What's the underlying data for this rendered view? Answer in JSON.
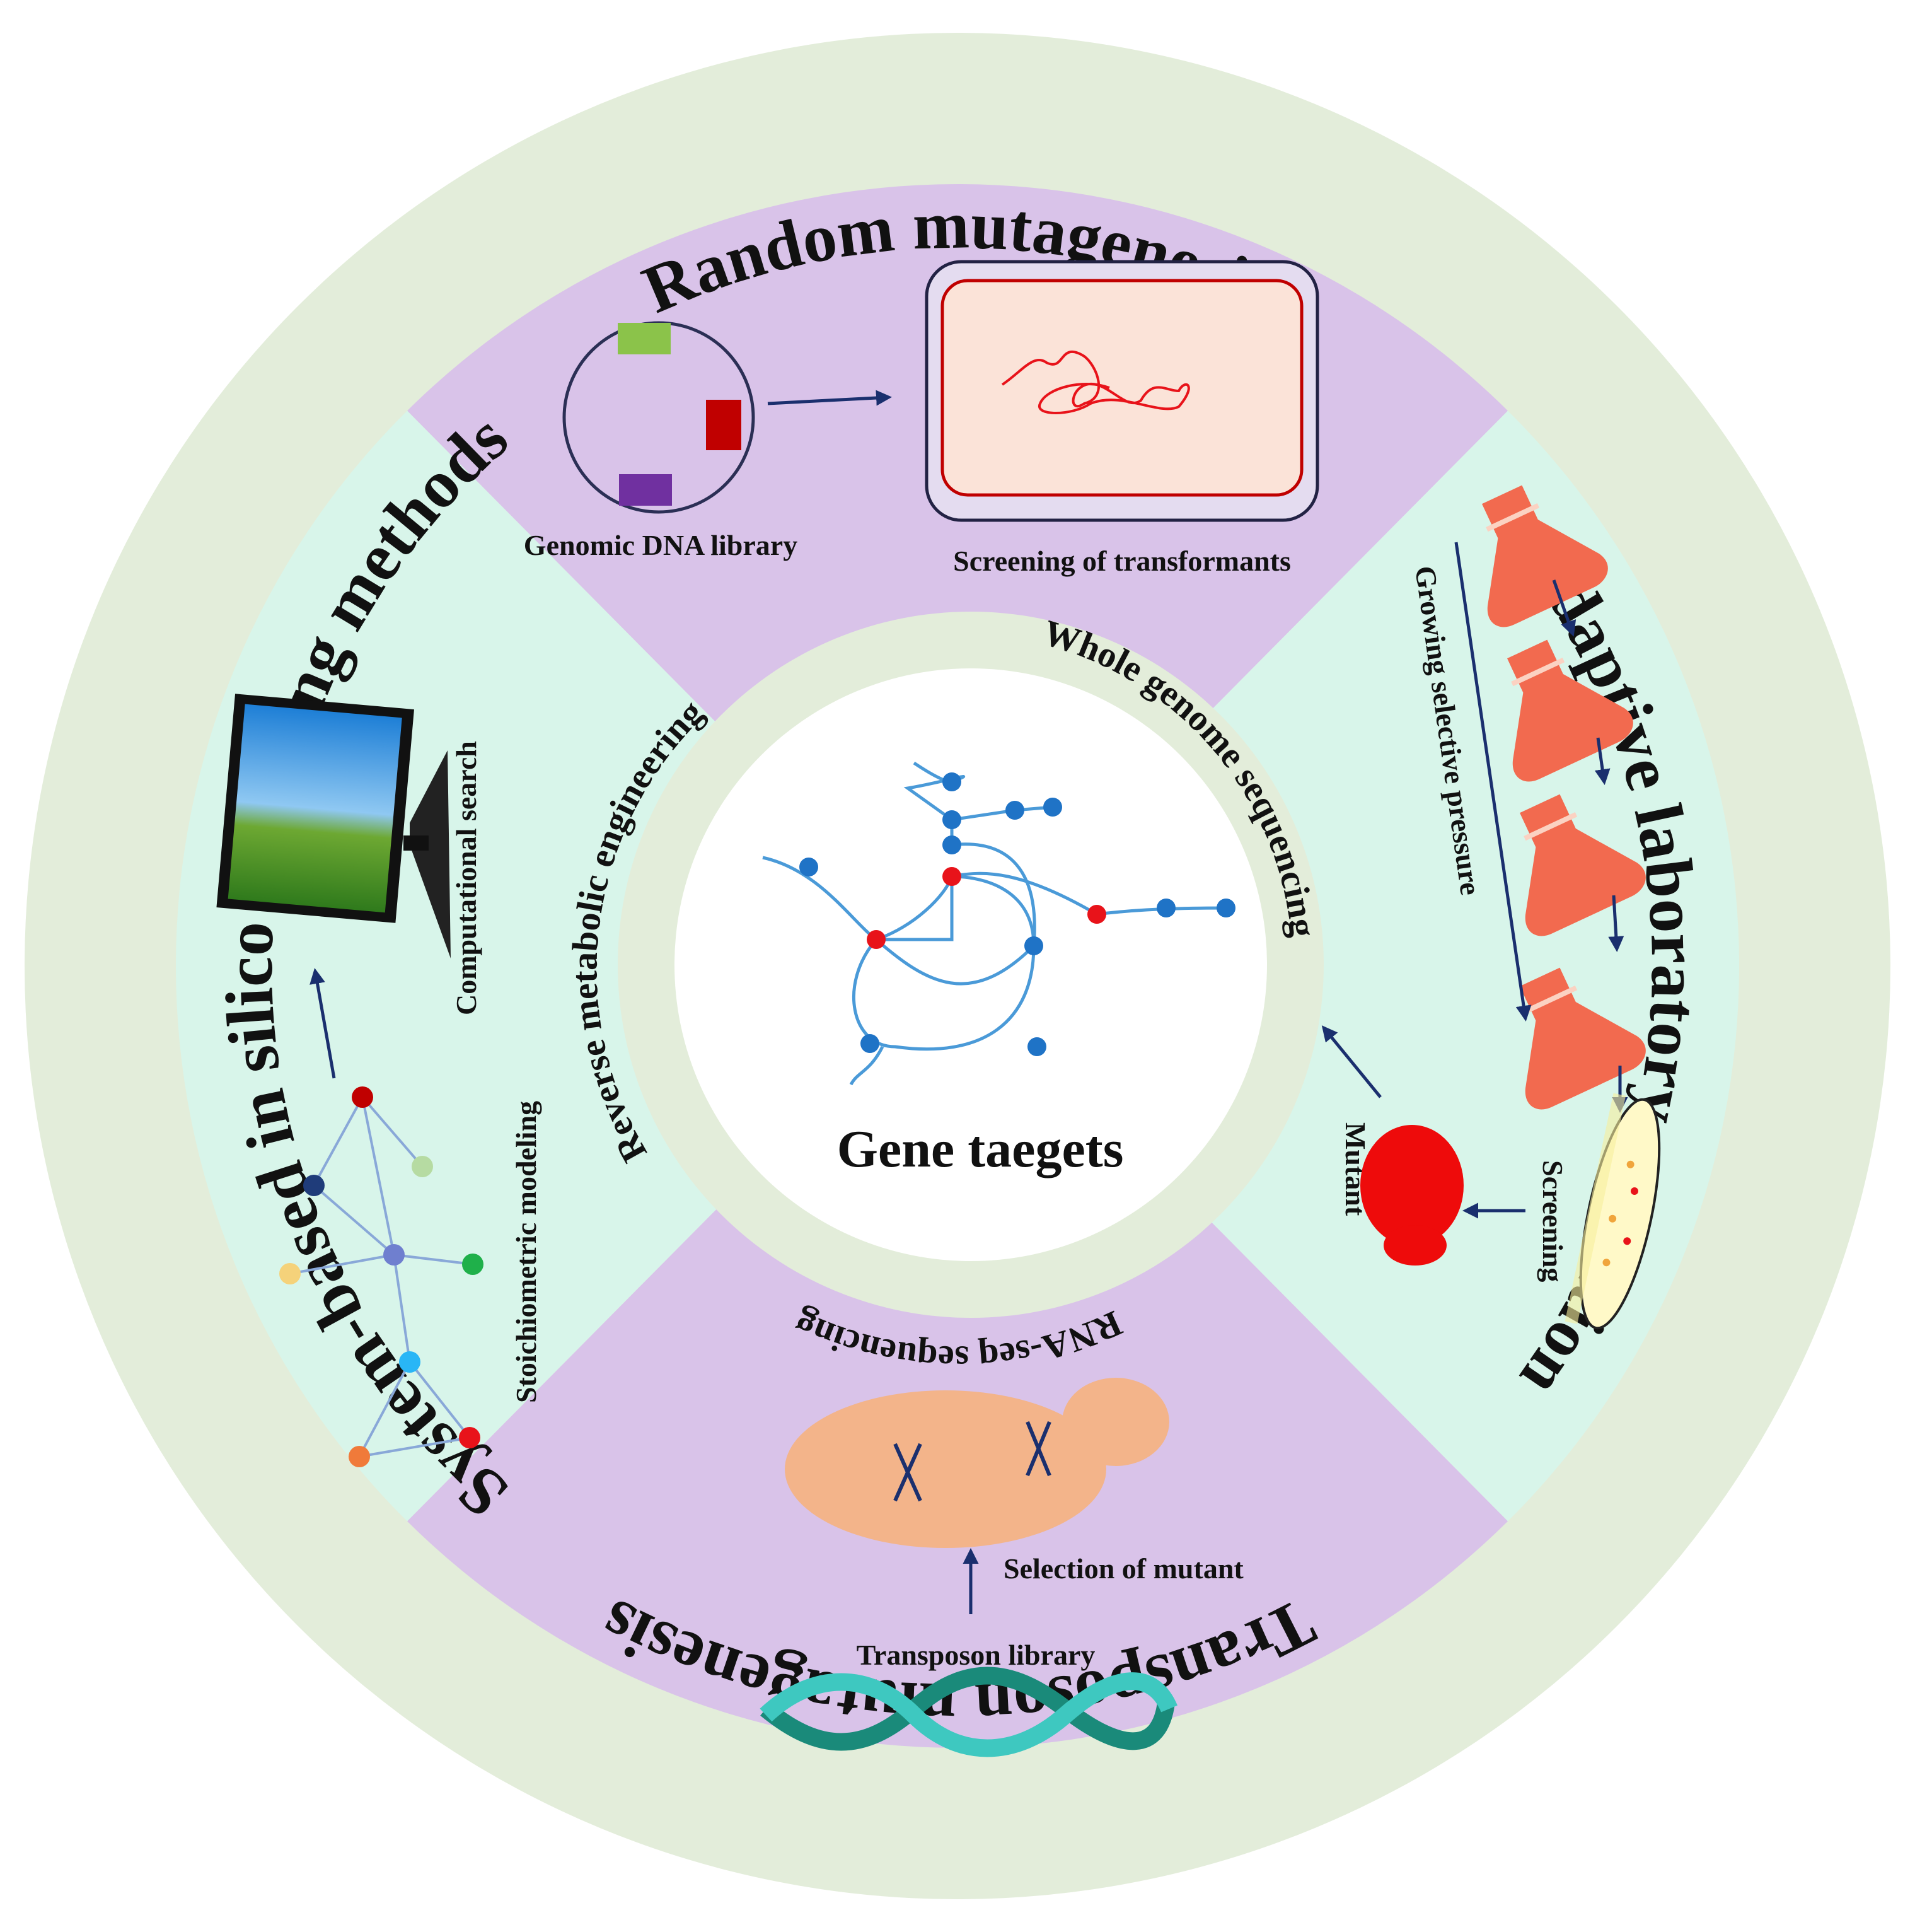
{
  "outer_ring": {
    "top": "Random mutagenesis",
    "right": "Adaptive laboratory evolution",
    "bottom": "Transposon mutagenesis",
    "left": "System-based in silico modeling methods"
  },
  "inner_ring": {
    "top_right": "Whole genome sequencing",
    "bottom": "RNA-seq sequencing",
    "left": "Reverse metabolic engineering"
  },
  "center": {
    "title": "Gene taegets"
  },
  "random_mutagenesis": {
    "library_label": "Genomic DNA library",
    "screening_label": "Screening of transformants"
  },
  "adaptive_evolution": {
    "pressure_label": "Growing selective pressure",
    "screening_label": "Screening",
    "mutant_label": "Mutant"
  },
  "transposon": {
    "selection_label": "Selection of mutant",
    "library_label": "Transposon library"
  },
  "in_silico": {
    "search_label": "Computational search",
    "modeling_label": "Stoichiometric modeling"
  },
  "colors": {
    "outer_ring": "#e3edda",
    "purple_sector": "#d9c3e9",
    "mint_sector": "#d8f5ea",
    "inner_ring": "#e3edda",
    "network_line": "#4a9ad8",
    "network_node": "#1f73c6",
    "network_red": "#e8131a",
    "arrow": "#1a2f6e",
    "flask": "#f26a4f",
    "mutant": "#ee0b0b",
    "cell": "#f3b48a",
    "dna": "#1a8a7a"
  }
}
